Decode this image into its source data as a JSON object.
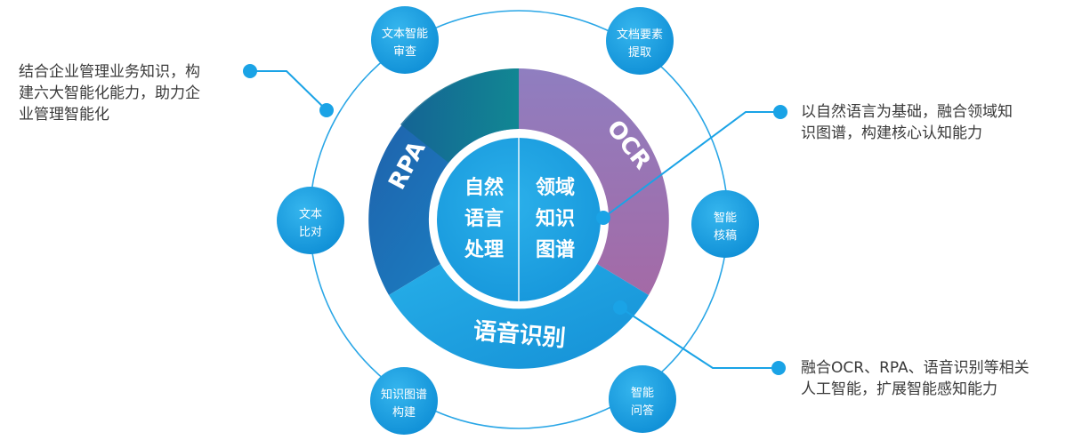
{
  "colors": {
    "ring_outline": "#29a6e6",
    "node_fill": "#1398dd",
    "rpa_segment": "#1a6fb5",
    "ocr_segment": "#9a5ea6",
    "speech_segment": "#1ba0e3",
    "inner_circle": "#1aa3e6",
    "connector": "#1aa3e6",
    "annotation_text": "#3a3a3a"
  },
  "segments": {
    "rpa": "RPA",
    "ocr": "OCR",
    "speech": "语音识别"
  },
  "center": {
    "left": [
      "自然",
      "语言",
      "处理"
    ],
    "right": [
      "领域",
      "知识",
      "图谱"
    ]
  },
  "nodes": {
    "text_review": [
      "文本智能",
      "审查"
    ],
    "doc_extract": [
      "文档要素",
      "提取"
    ],
    "text_compare": [
      "文本",
      "比对"
    ],
    "smart_check": [
      "智能",
      "核稿"
    ],
    "kg_build": [
      "知识图谱",
      "构建"
    ],
    "smart_qa": [
      "智能",
      "问答"
    ]
  },
  "annotations": {
    "left": [
      "结合企业管理业务知识，构",
      "建六大智能化能力，助力企",
      "业管理智能化"
    ],
    "right_top": [
      "以自然语言为基础，融合领域知",
      "识图谱，构建核心认知能力"
    ],
    "right_bottom": [
      "融合OCR、RPA、语音识别等相关",
      "人工智能，扩展智能感知能力"
    ]
  }
}
